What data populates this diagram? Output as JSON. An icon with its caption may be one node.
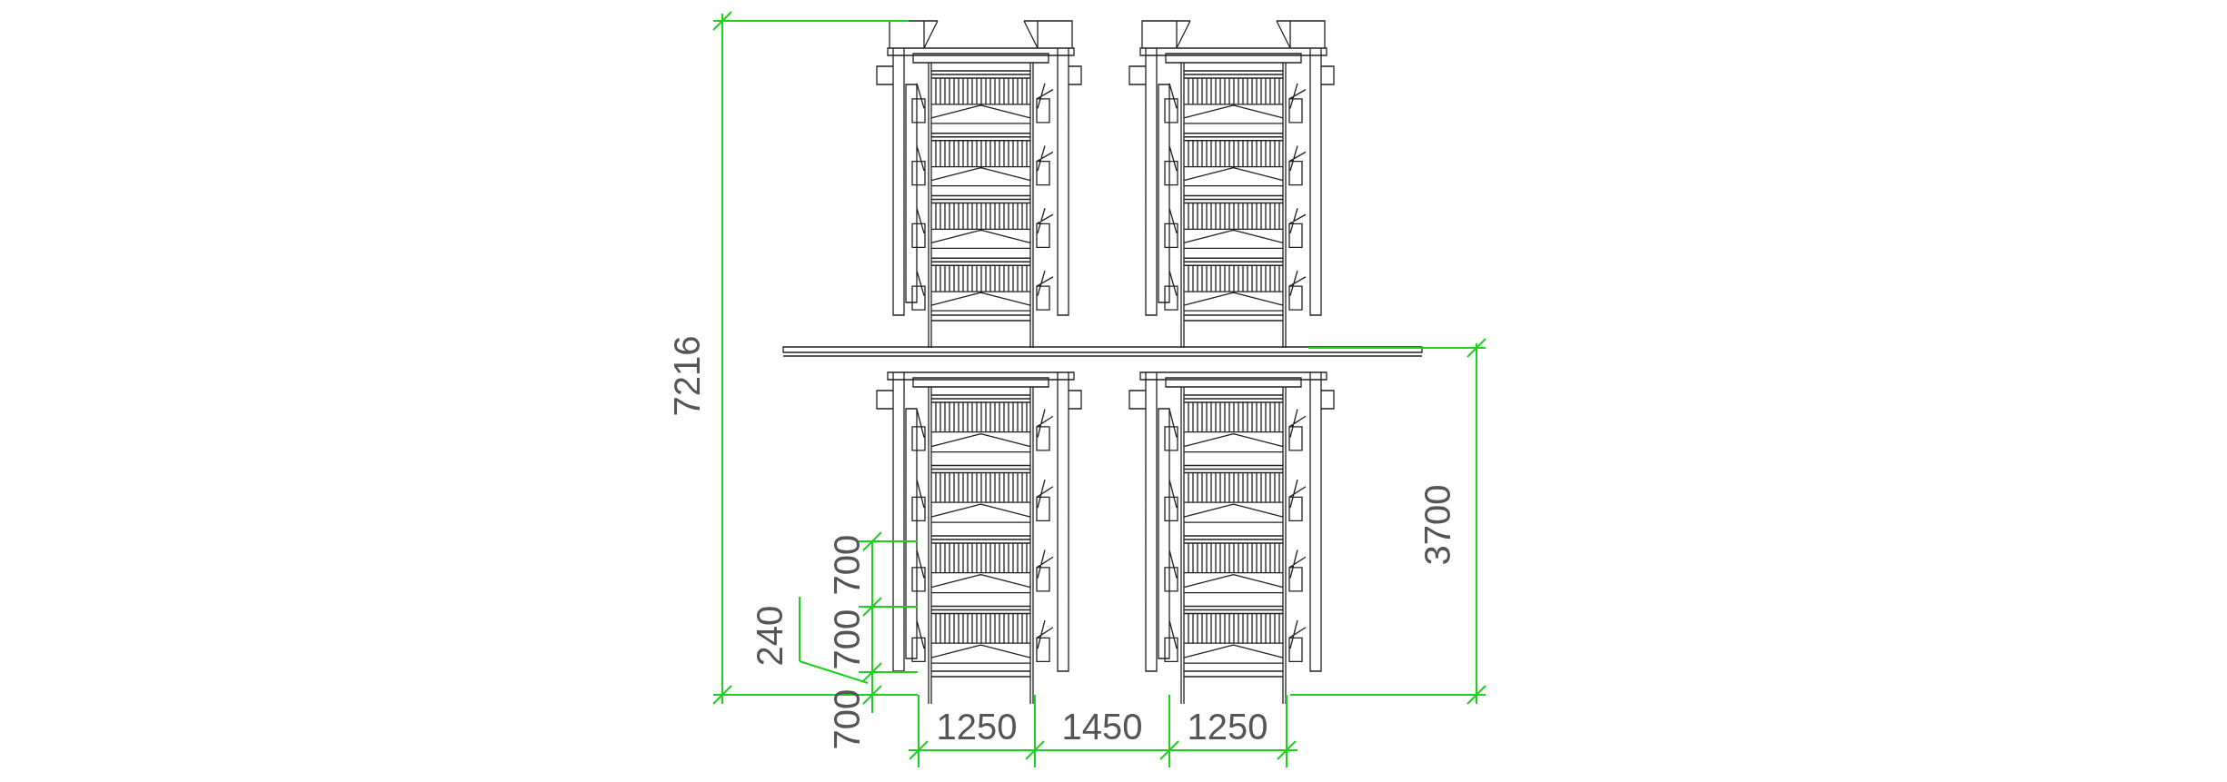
{
  "diagram": {
    "labels": [
      "7216",
      "3700",
      "700",
      "700",
      "240",
      "700",
      "1250",
      "1450",
      "1250"
    ]
  }
}
